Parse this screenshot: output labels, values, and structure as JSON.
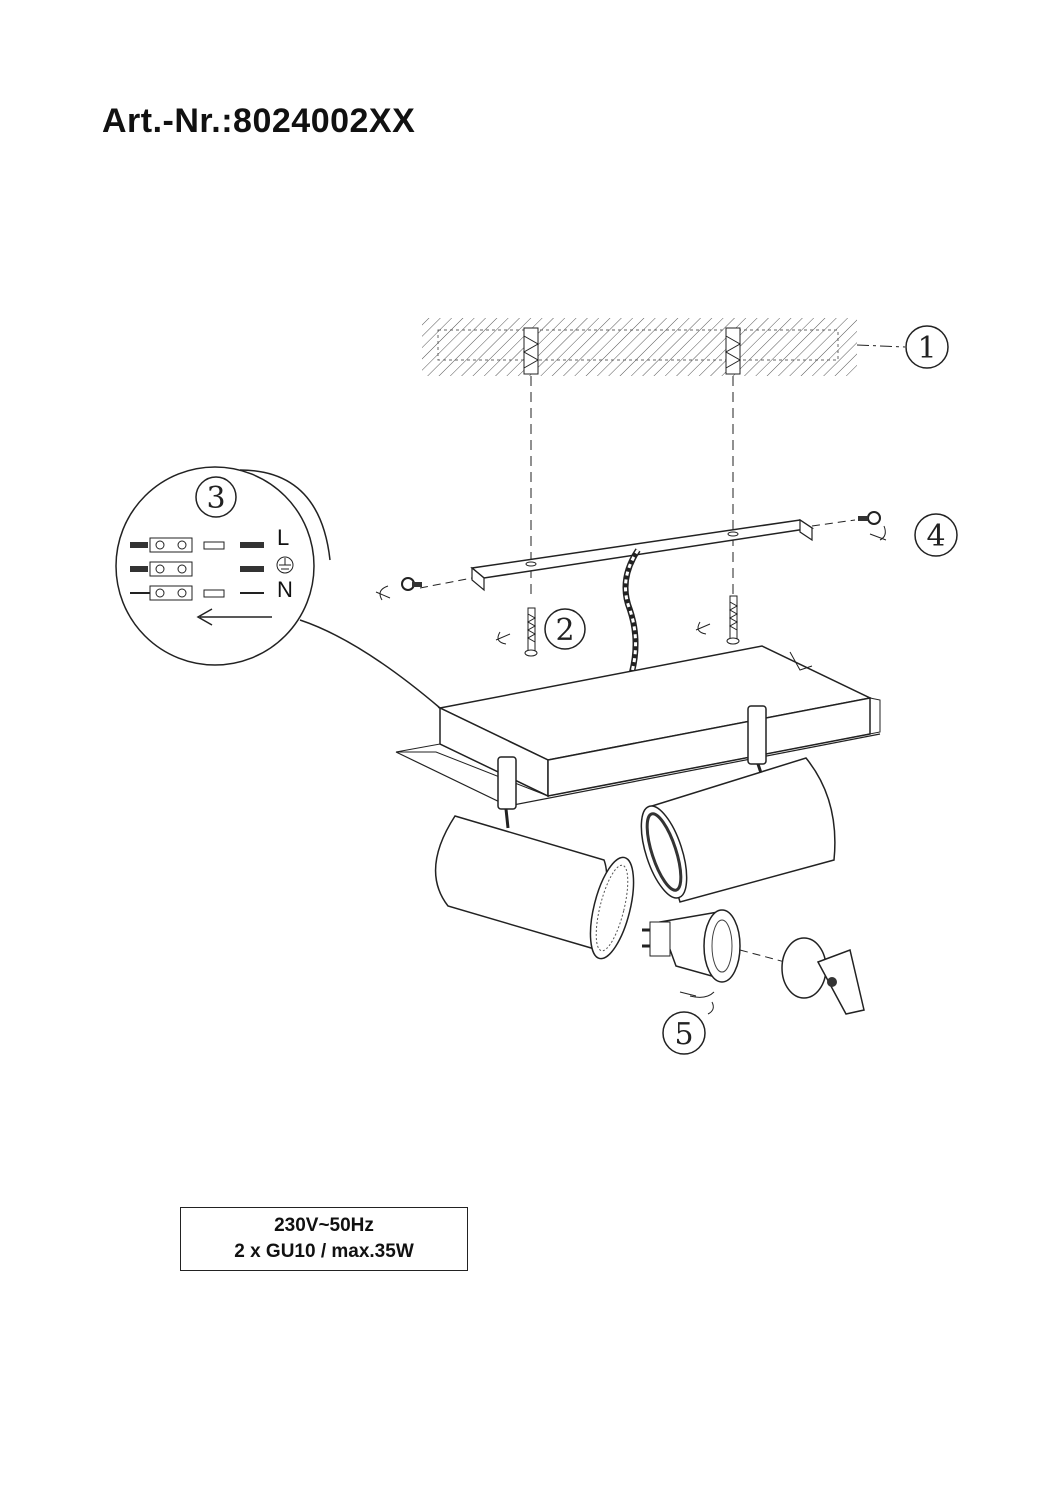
{
  "title": "Art.-Nr.:8024002XX",
  "callouts": [
    "1",
    "2",
    "3",
    "4",
    "5"
  ],
  "wiring": {
    "live": "L",
    "neutral": "N"
  },
  "spec": {
    "voltage": "230V~50Hz",
    "bulbs": "2 x GU10 / max.35W"
  }
}
